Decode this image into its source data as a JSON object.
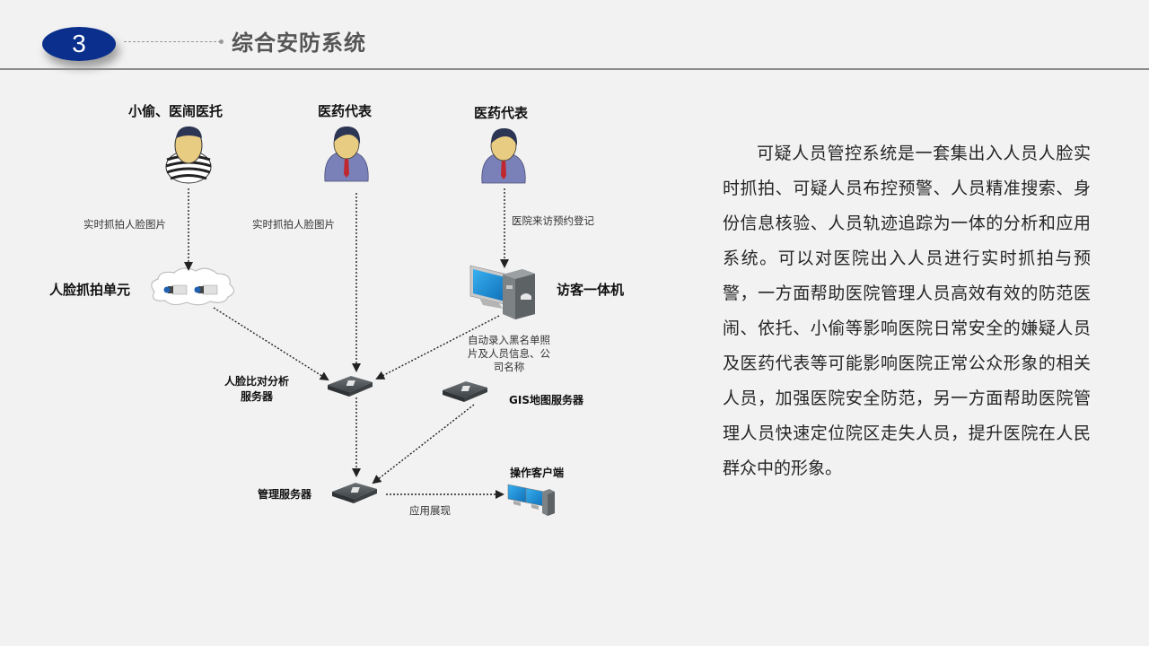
{
  "header": {
    "section_number": "3",
    "title": "综合安防系统"
  },
  "diagram": {
    "actors": [
      {
        "label": "小偷、医闹医托",
        "type": "thief"
      },
      {
        "label": "医药代表",
        "type": "businessman"
      },
      {
        "label": "医药代表",
        "type": "businessman"
      }
    ],
    "nodes": {
      "face_capture_unit": "人脸抓拍单元",
      "visitor_terminal": "访客一体机",
      "face_compare_server": [
        "人脸比对分析",
        "服务器"
      ],
      "gis_server": "GIS地图服务器",
      "management_server": "管理服务器",
      "operator_client": "操作客户端"
    },
    "edges": {
      "thief_to_capture": "实时抓拍人脸图片",
      "rep1_to_compare": "实时抓拍人脸图片",
      "rep2_to_visitor": "医院来访预约登记",
      "visitor_to_compare": [
        "自动录入黑名单照",
        "片及人员信息、公",
        "司名称"
      ],
      "management_to_client": "应用展现"
    },
    "colors": {
      "arrow": "#222222",
      "server": "#4a4f52",
      "screen": "#1e8fd6",
      "suit": "#7a80b8",
      "skin": "#e8cc82",
      "hair": "#2c3553",
      "tie": "#c0282f"
    }
  },
  "description": "可疑人员管控系统是一套集出入人员人脸实时抓拍、可疑人员布控预警、人员精准搜索、身份信息核验、人员轨迹追踪为一体的分析和应用系统。可以对医院出入人员进行实时抓拍与预警，一方面帮助医院管理人员高效有效的防范医闹、依托、小偷等影响医院日常安全的嫌疑人员及医药代表等可能影响医院正常公众形象的相关人员，加强医院安全防范，另一方面帮助医院管理人员快速定位院区走失人员，提升医院在人民群众中的形象。",
  "theme": {
    "accent": "#0a2f8c",
    "background": "#f2f2f2",
    "divider": "#8c8c8c"
  }
}
